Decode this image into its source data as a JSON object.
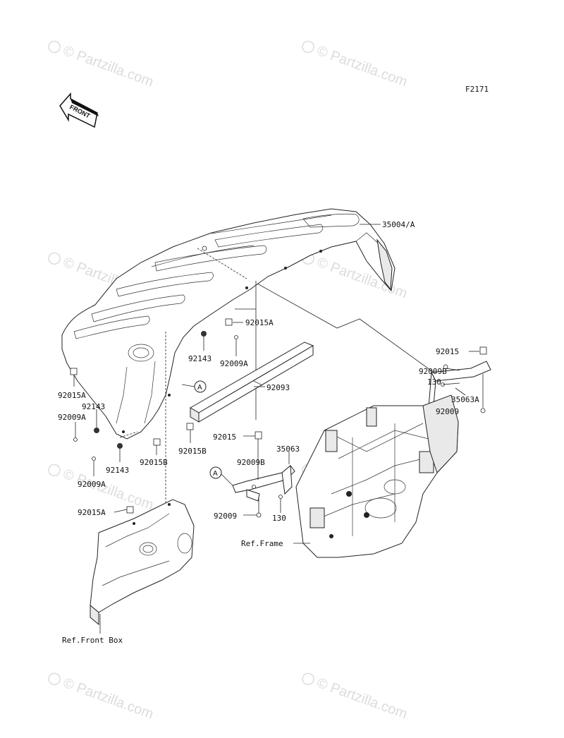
{
  "figure_id": "F2171",
  "front_indicator": "FRONT",
  "callout_letter": "A",
  "watermark": "© Partzilla.com",
  "part_labels": {
    "p35004A": "35004/A",
    "p92015A_top": "92015A",
    "p92143_top": "92143",
    "p92009A_top": "92009A",
    "p92093": "92093",
    "p92015A_left": "92015A",
    "p92143_left": "92143",
    "p92009A_left": "92009A",
    "p92143_bottom": "92143",
    "p92009A_bottom": "92009A",
    "p92015B_right": "92015B",
    "p92015B_bottom": "92015B",
    "p92015A_lower": "92015A",
    "p92015_right": "92015",
    "p92009B_right": "92009B",
    "p130_right": "130",
    "p35063A": "35063A",
    "p92009_right": "92009",
    "p92015_mid": "92015",
    "p35063": "35063",
    "p92009B_mid": "92009B",
    "p92009_mid": "92009",
    "p130_mid": "130"
  },
  "ref_labels": {
    "frame": "Ref.Frame",
    "front_box": "Ref.Front Box"
  }
}
